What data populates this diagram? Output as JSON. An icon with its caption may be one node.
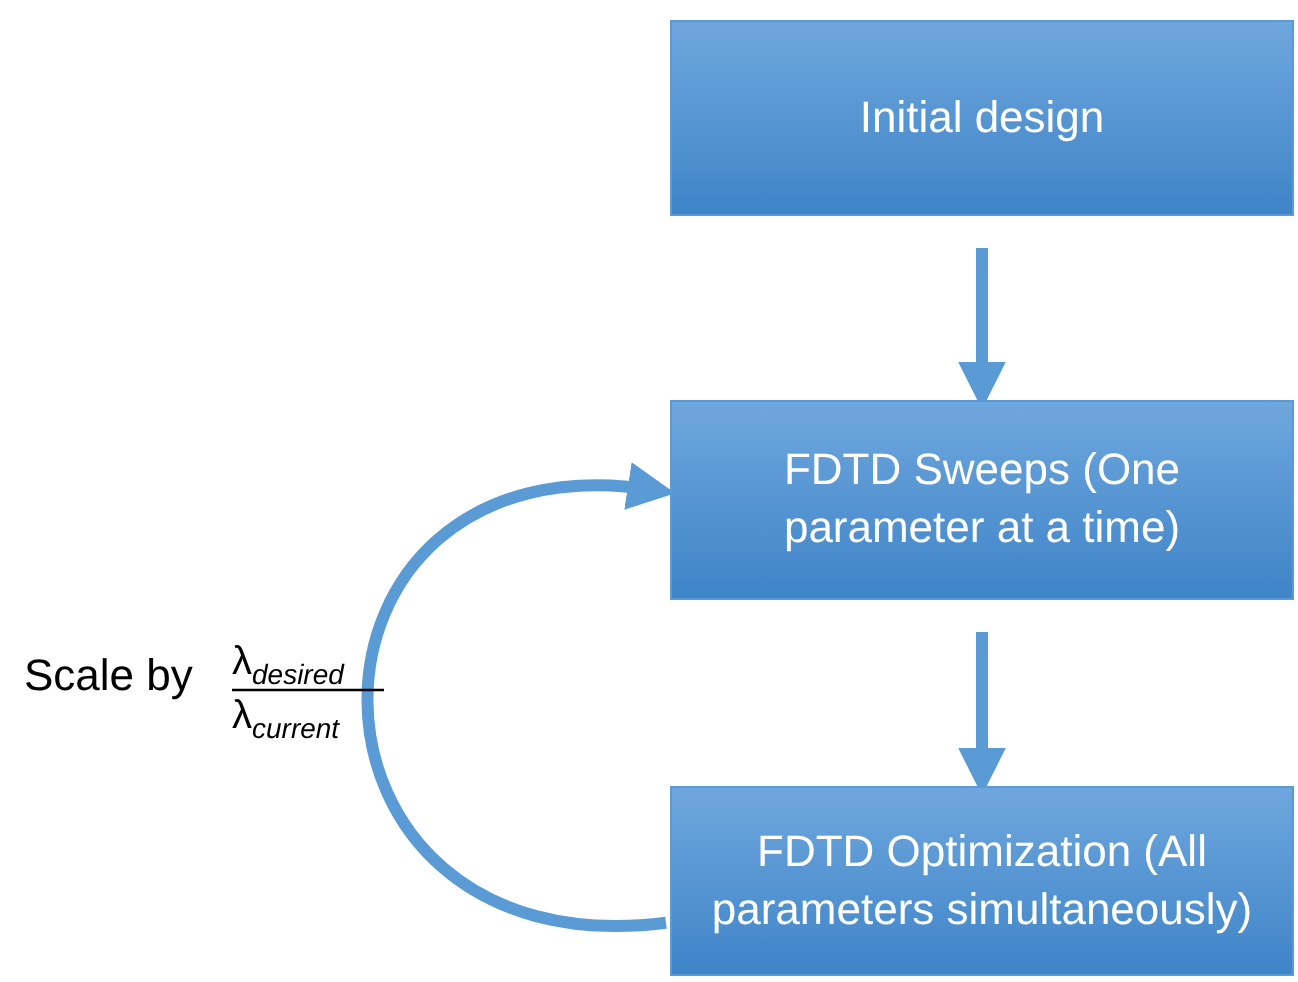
{
  "diagram": {
    "nodes": [
      {
        "text": [
          "Initial design"
        ]
      },
      {
        "text": [
          "FDTD Sweeps (One parameter at a time)"
        ]
      },
      {
        "text": [
          "FDTD Optimization (All parameters simultaneously)"
        ]
      }
    ],
    "edges": [
      {
        "from": 0,
        "to": 1,
        "arrow": "to"
      },
      {
        "from": 1,
        "to": 2,
        "arrow": "to"
      },
      {
        "from": 2,
        "to": 1,
        "arrow": "to"
      }
    ],
    "labels": [
      "Scale by",
      "λ$_{desired}$",
      "λ$_{current}$"
    ]
  }
}
